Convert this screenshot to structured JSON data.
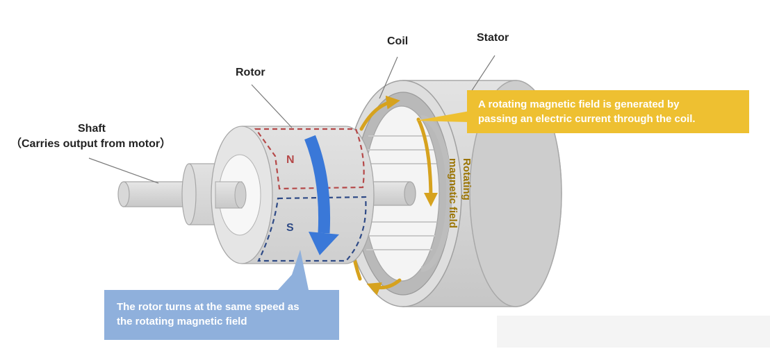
{
  "labels": {
    "shaft_title": "Shaft",
    "shaft_subtitle": "（Carries output from motor）",
    "rotor": "Rotor",
    "coil": "Coil",
    "stator": "Stator",
    "pole_n": "N",
    "pole_s": "S",
    "rotating_field_line1": "Rotating",
    "rotating_field_line2": "magnetic field"
  },
  "callouts": {
    "stator_line1": "A rotating magnetic field is generated by",
    "stator_line2": "passing an electric current through the coil.",
    "rotor_line1": "The rotor turns at the same speed as",
    "rotor_line2": "the rotating magnetic field"
  },
  "colors": {
    "stator_callout": "#eec031",
    "rotor_callout": "#8fb0dc",
    "field_arrow": "#d6a21e",
    "rotation_arrow": "#3a78d8",
    "north_pole": "#b54848",
    "south_pole": "#2e4a86"
  }
}
